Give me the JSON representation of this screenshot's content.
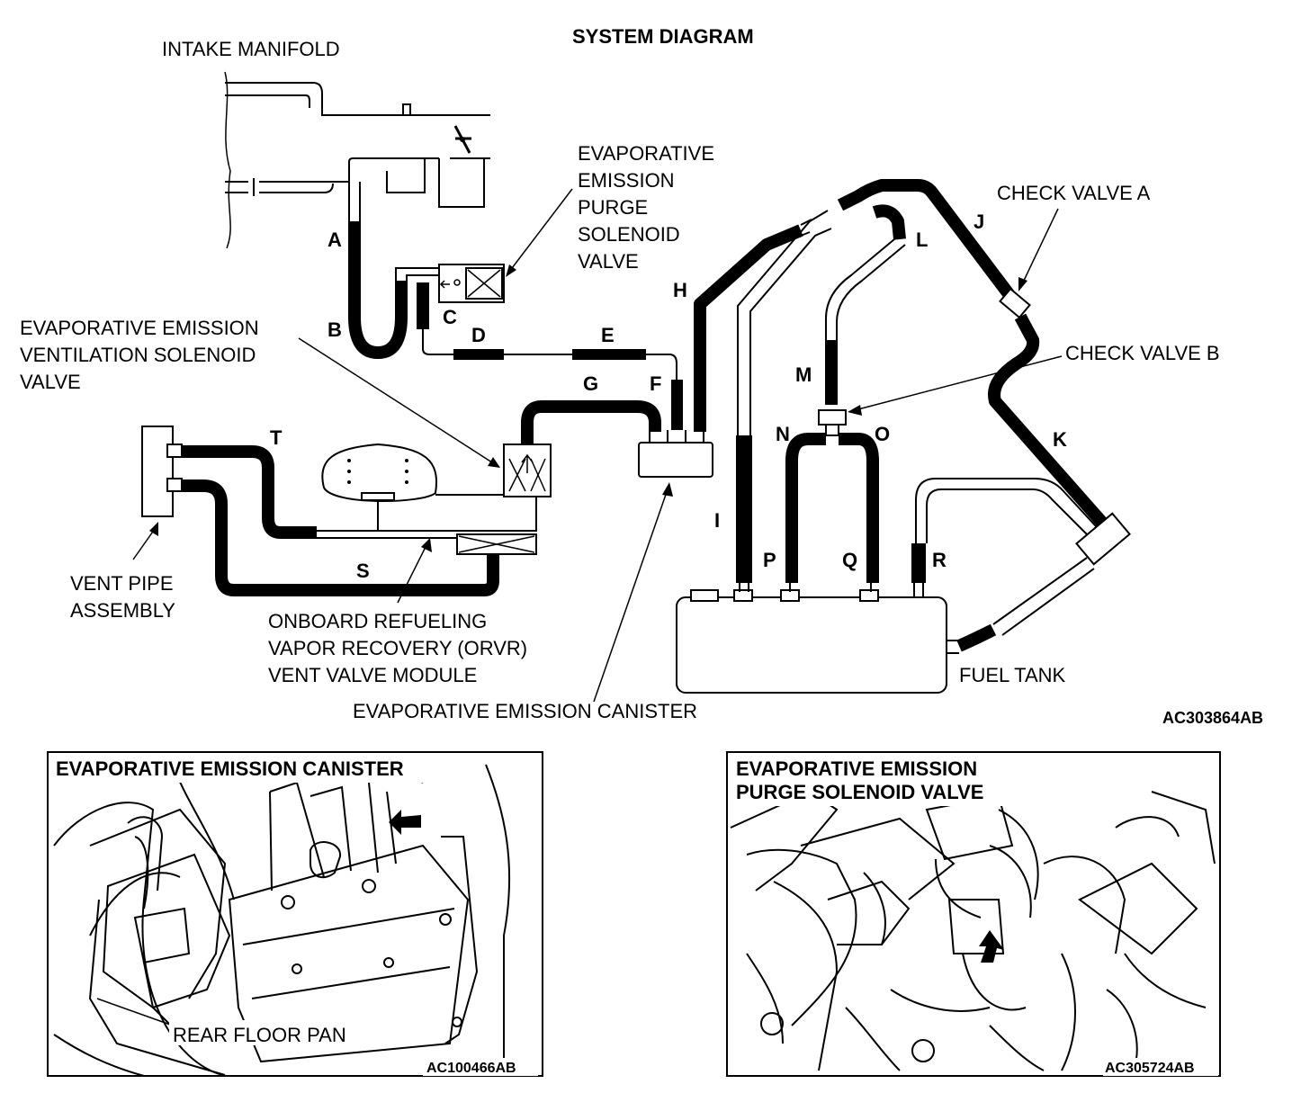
{
  "title": "SYSTEM DIAGRAM",
  "diagram_code": "AC303864AB",
  "components": {
    "intake_manifold": "INTAKE MANIFOLD",
    "purge_solenoid": [
      "EVAPORATIVE",
      "EMISSION",
      "PURGE",
      "SOLENOID",
      "VALVE"
    ],
    "ventilation_solenoid": [
      "EVAPORATIVE EMISSION",
      "VENTILATION SOLENOID",
      "VALVE"
    ],
    "check_valve_a": "CHECK VALVE A",
    "check_valve_b": "CHECK VALVE B",
    "vent_pipe": [
      "VENT PIPE",
      "ASSEMBLY"
    ],
    "orvr_module": [
      "ONBOARD REFUELING",
      "VAPOR RECOVERY (ORVR)",
      "VENT VALVE MODULE"
    ],
    "canister": "EVAPORATIVE EMISSION CANISTER",
    "fuel_tank": "FUEL TANK"
  },
  "hose_labels": {
    "A": "A",
    "B": "B",
    "C": "C",
    "D": "D",
    "E": "E",
    "F": "F",
    "G": "G",
    "H": "H",
    "I": "I",
    "J": "J",
    "K": "K",
    "L": "L",
    "M": "M",
    "N": "N",
    "O": "O",
    "P": "P",
    "Q": "Q",
    "R": "R",
    "S": "S",
    "T": "T"
  },
  "photo_canister": {
    "title": "EVAPORATIVE EMISSION CANISTER",
    "label": "REAR FLOOR PAN",
    "code": "AC100466AB"
  },
  "photo_purge": {
    "title": [
      "EVAPORATIVE EMISSION",
      "PURGE SOLENOID VALVE"
    ],
    "code": "AC305724AB"
  }
}
